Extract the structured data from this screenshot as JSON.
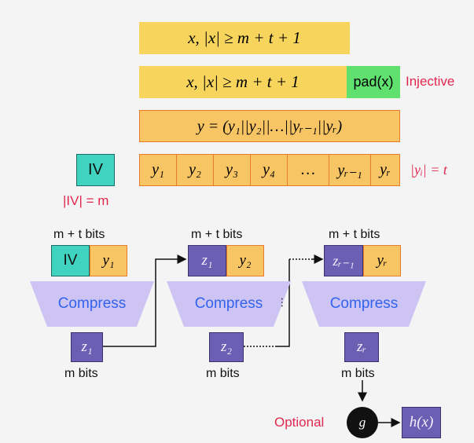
{
  "input_bar": {
    "math": "x, |x| ≥ m + t + 1"
  },
  "padded_bar": {
    "math": "x, |x| ≥ m + t + 1",
    "pad": "pad(x)",
    "injective_label": "Injective"
  },
  "concat_bar": {
    "math": "y = (y₁||y₂||…||yᵣ₋₁||yᵣ)"
  },
  "iv_box": {
    "label": "IV",
    "length_label": "|IV| = m"
  },
  "blocks": [
    "y₁",
    "y₂",
    "y₃",
    "y₄",
    "…",
    "yᵣ₋₁",
    "yᵣ"
  ],
  "block_length_label": "|yᵢ| = t",
  "stages": [
    {
      "bits_label": "m + t bits",
      "left": "IV",
      "right": "y₁",
      "compress": "Compress",
      "output": "z₁",
      "output_bits": "m bits"
    },
    {
      "bits_label": "m + t bits",
      "left": "z₁",
      "right": "y₂",
      "compress": "Compress",
      "output": "z₂",
      "output_bits": "m bits"
    },
    {
      "bits_label": "m + t bits",
      "left": "zᵣ₋₁",
      "right": "yᵣ",
      "compress": "Compress",
      "output": "zᵣ",
      "output_bits": "m bits"
    }
  ],
  "dots": "…",
  "optional_label": "Optional",
  "g_node": "g",
  "final_output": "h(x)",
  "colors": {
    "yellow": "#f7d55c",
    "orange": "#f8c565",
    "teal": "#3fd3c0",
    "purple": "#6b5fb3",
    "green": "#5fe06f",
    "red": "#e0284e",
    "blue": "#3263ef"
  }
}
